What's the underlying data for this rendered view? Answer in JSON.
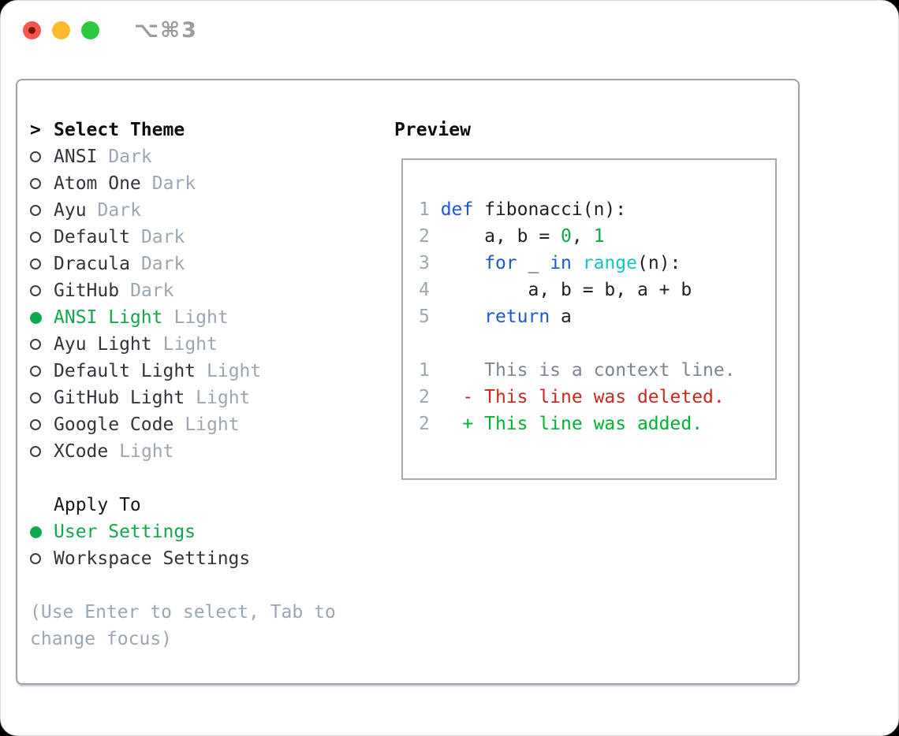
{
  "window": {
    "title": "⌥⌘3"
  },
  "window_controls": [
    "close-button",
    "minimize-button",
    "zoom-button"
  ],
  "theme_picker": {
    "prompt": ">",
    "title": "Select Theme",
    "items": [
      {
        "name": "ANSI",
        "tag": "Dark",
        "selected": false
      },
      {
        "name": "Atom One",
        "tag": "Dark",
        "selected": false
      },
      {
        "name": "Ayu",
        "tag": "Dark",
        "selected": false
      },
      {
        "name": "Default",
        "tag": "Dark",
        "selected": false
      },
      {
        "name": "Dracula",
        "tag": "Dark",
        "selected": false
      },
      {
        "name": "GitHub",
        "tag": "Dark",
        "selected": false
      },
      {
        "name": "ANSI Light",
        "tag": "Light",
        "selected": true
      },
      {
        "name": "Ayu Light",
        "tag": "Light",
        "selected": false
      },
      {
        "name": "Default Light",
        "tag": "Light",
        "selected": false
      },
      {
        "name": "GitHub Light",
        "tag": "Light",
        "selected": false
      },
      {
        "name": "Google Code",
        "tag": "Light",
        "selected": false
      },
      {
        "name": "XCode",
        "tag": "Light",
        "selected": false
      }
    ]
  },
  "apply_to": {
    "title": "Apply To",
    "options": [
      {
        "label": "User Settings",
        "selected": true
      },
      {
        "label": "Workspace Settings",
        "selected": false
      }
    ]
  },
  "hint": {
    "line1": "(Use Enter to select, Tab to",
    "line2": "change focus)"
  },
  "preview": {
    "title": "Preview",
    "lines": [
      {
        "num": "1",
        "tokens": [
          [
            "kw",
            "def"
          ],
          [
            "pl",
            " fibonacci(n):"
          ]
        ]
      },
      {
        "num": "2",
        "tokens": [
          [
            "pl",
            "    a, b = "
          ],
          [
            "num",
            "0"
          ],
          [
            "pl",
            ", "
          ],
          [
            "num",
            "1"
          ]
        ]
      },
      {
        "num": "3",
        "tokens": [
          [
            "pl",
            "    "
          ],
          [
            "kw",
            "for"
          ],
          [
            "pl",
            " _ "
          ],
          [
            "kw",
            "in"
          ],
          [
            "pl",
            " "
          ],
          [
            "fn",
            "range"
          ],
          [
            "pl",
            "(n):"
          ]
        ]
      },
      {
        "num": "4",
        "tokens": [
          [
            "pl",
            "        a, b = b, a + b"
          ]
        ]
      },
      {
        "num": "5",
        "tokens": [
          [
            "pl",
            "    "
          ],
          [
            "kw",
            "return"
          ],
          [
            "pl",
            " a"
          ]
        ]
      },
      {
        "num": "",
        "tokens": []
      },
      {
        "num": "1",
        "tokens": [
          [
            "ctx",
            "    This is a context line."
          ]
        ]
      },
      {
        "num": "2",
        "tokens": [
          [
            "del",
            "  - This line was deleted."
          ]
        ]
      },
      {
        "num": "2",
        "tokens": [
          [
            "add",
            "  + This line was added."
          ]
        ]
      }
    ]
  },
  "colors": {
    "accent_green": "#0fa84a",
    "keyword_blue": "#1c55d9",
    "builtin_cyan": "#13c4c4",
    "literal_green": "#0ba844",
    "deleted_red": "#c9281a",
    "added_green": "#00b232",
    "muted_gray": "#9aa6b2",
    "context_gray": "#7d8690",
    "traffic_red": "#f5554e",
    "traffic_yellow": "#fcbb2d",
    "traffic_green": "#2bc840"
  }
}
